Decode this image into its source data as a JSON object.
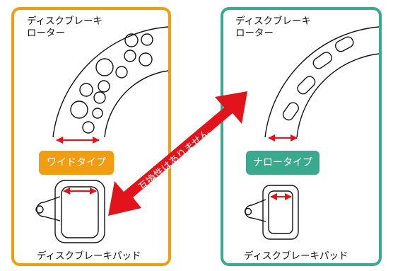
{
  "colors": {
    "wide": "#f29c12",
    "narrow": "#3aaa8f",
    "arrow": "#e3131b",
    "width_marker": "#e3131b",
    "line": "#111111"
  },
  "left_panel": {
    "rotor_label_line1": "ディスクブレーキ",
    "rotor_label_line2": "ローター",
    "type_badge": "ワイドタイプ",
    "pad_label": "ディスクブレーキパッド"
  },
  "right_panel": {
    "rotor_label_line1": "ディスクブレーキ",
    "rotor_label_line2": "ローター",
    "type_badge": "ナロータイプ",
    "pad_label": "ディスクブレーキパッド"
  },
  "arrow": {
    "label": "互換性はありません"
  }
}
